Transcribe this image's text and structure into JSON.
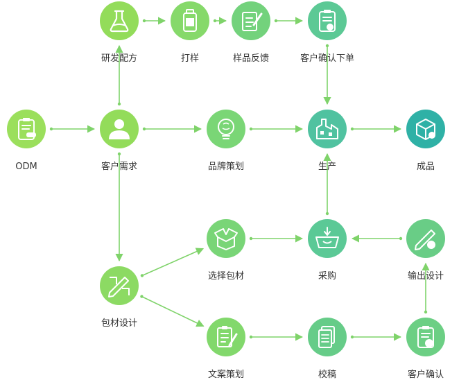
{
  "colors": {
    "green_light": "#9bdf5c",
    "green_mid": "#6fd07f",
    "teal": "#57c8a0",
    "teal_dark": "#2fb1a6",
    "connector": "#7fd36a",
    "label": "#333333"
  },
  "nodes": [
    {
      "id": "yanfa",
      "label": "研发配方",
      "icon": "flask-icon",
      "color": "#93dc5a"
    },
    {
      "id": "dayang",
      "label": "打样",
      "icon": "sample-bottle-icon",
      "color": "#86d96a"
    },
    {
      "id": "fankui",
      "label": "样品反馈",
      "icon": "feedback-edit-icon",
      "color": "#73d27c"
    },
    {
      "id": "xiadan",
      "label": "客户确认下单",
      "icon": "order-clipboard-icon",
      "color": "#5cc995"
    },
    {
      "id": "odm",
      "label": "ODM",
      "icon": "clipboard-odm-icon",
      "color": "#9bdf5c"
    },
    {
      "id": "xuqiu",
      "label": "客户需求",
      "icon": "customer-icon",
      "color": "#93dc5a"
    },
    {
      "id": "pinpai",
      "label": "品牌策划",
      "icon": "lightbulb-brain-icon",
      "color": "#7ad676"
    },
    {
      "id": "shengchan",
      "label": "生产",
      "icon": "factory-icon",
      "color": "#50c2a0"
    },
    {
      "id": "chengpin",
      "label": "成品",
      "icon": "product-box-icon",
      "color": "#2fb1a6"
    },
    {
      "id": "xuanze",
      "label": "选择包材",
      "icon": "open-box-icon",
      "color": "#79d577"
    },
    {
      "id": "caigou",
      "label": "采购",
      "icon": "basket-icon",
      "color": "#5bc996"
    },
    {
      "id": "shuchu",
      "label": "输出设计",
      "icon": "design-upload-icon",
      "color": "#69cd86"
    },
    {
      "id": "baocai",
      "label": "包材设计",
      "icon": "pencil-ruler-icon",
      "color": "#8cda63"
    },
    {
      "id": "wenan",
      "label": "文案策划",
      "icon": "copywriting-icon",
      "color": "#82d86c"
    },
    {
      "id": "jiaogao",
      "label": "校稿",
      "icon": "proofread-pages-icon",
      "color": "#66cc88"
    },
    {
      "id": "queren",
      "label": "客户确认",
      "icon": "confirm-clipboard-icon",
      "color": "#6ccf84"
    }
  ],
  "edges": [
    [
      "odm",
      "xuqiu"
    ],
    [
      "xuqiu",
      "yanfa"
    ],
    [
      "yanfa",
      "dayang"
    ],
    [
      "dayang",
      "fankui"
    ],
    [
      "fankui",
      "xiadan"
    ],
    [
      "xiadan",
      "shengchan"
    ],
    [
      "xuqiu",
      "pinpai"
    ],
    [
      "pinpai",
      "shengchan"
    ],
    [
      "shengchan",
      "chengpin"
    ],
    [
      "xuqiu",
      "baocai"
    ],
    [
      "baocai",
      "xuanze"
    ],
    [
      "baocai",
      "wenan"
    ],
    [
      "xuanze",
      "caigou"
    ],
    [
      "caigou",
      "shengchan"
    ],
    [
      "shuchu",
      "caigou"
    ],
    [
      "wenan",
      "jiaogao"
    ],
    [
      "jiaogao",
      "queren"
    ],
    [
      "queren",
      "shuchu"
    ]
  ]
}
